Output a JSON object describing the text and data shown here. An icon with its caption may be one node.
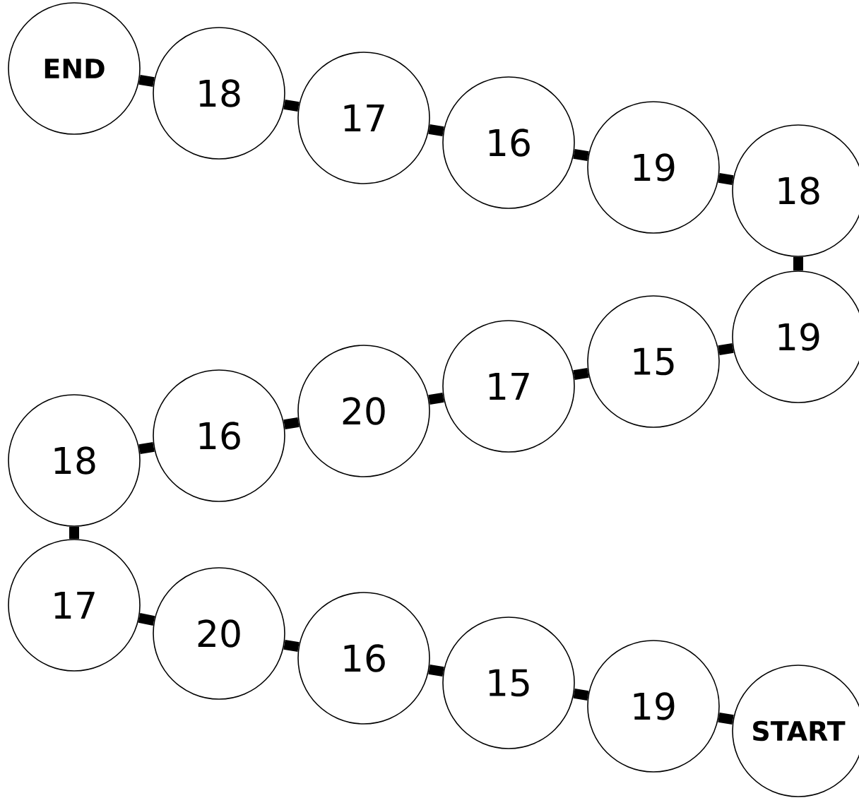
{
  "diagram": {
    "nodes": [
      {
        "text": [
          "END"
        ]
      },
      {
        "text": [
          "18"
        ]
      },
      {
        "text": [
          "17"
        ]
      },
      {
        "text": [
          "16"
        ]
      },
      {
        "text": [
          "19"
        ]
      },
      {
        "text": [
          "18"
        ]
      },
      {
        "text": [
          "19"
        ]
      },
      {
        "text": [
          "15"
        ]
      },
      {
        "text": [
          "17"
        ]
      },
      {
        "text": [
          "20"
        ]
      },
      {
        "text": [
          "16"
        ]
      },
      {
        "text": [
          "18"
        ]
      },
      {
        "text": [
          "17"
        ]
      },
      {
        "text": [
          "20"
        ]
      },
      {
        "text": [
          "16"
        ]
      },
      {
        "text": [
          "15"
        ]
      },
      {
        "text": [
          "19"
        ]
      },
      {
        "text": [
          "START"
        ]
      }
    ],
    "edges": [
      {
        "from": 0,
        "to": 1,
        "arrow": "none"
      },
      {
        "from": 1,
        "to": 2,
        "arrow": "none"
      },
      {
        "from": 2,
        "to": 3,
        "arrow": "none"
      },
      {
        "from": 3,
        "to": 4,
        "arrow": "none"
      },
      {
        "from": 4,
        "to": 5,
        "arrow": "none"
      },
      {
        "from": 5,
        "to": 6,
        "arrow": "none"
      },
      {
        "from": 6,
        "to": 7,
        "arrow": "none"
      },
      {
        "from": 7,
        "to": 8,
        "arrow": "none"
      },
      {
        "from": 8,
        "to": 9,
        "arrow": "none"
      },
      {
        "from": 9,
        "to": 10,
        "arrow": "none"
      },
      {
        "from": 10,
        "to": 11,
        "arrow": "none"
      },
      {
        "from": 11,
        "to": 12,
        "arrow": "none"
      },
      {
        "from": 12,
        "to": 13,
        "arrow": "none"
      },
      {
        "from": 13,
        "to": 14,
        "arrow": "none"
      },
      {
        "from": 14,
        "to": 15,
        "arrow": "none"
      },
      {
        "from": 15,
        "to": 16,
        "arrow": "none"
      },
      {
        "from": 16,
        "to": 17,
        "arrow": "none"
      }
    ]
  }
}
